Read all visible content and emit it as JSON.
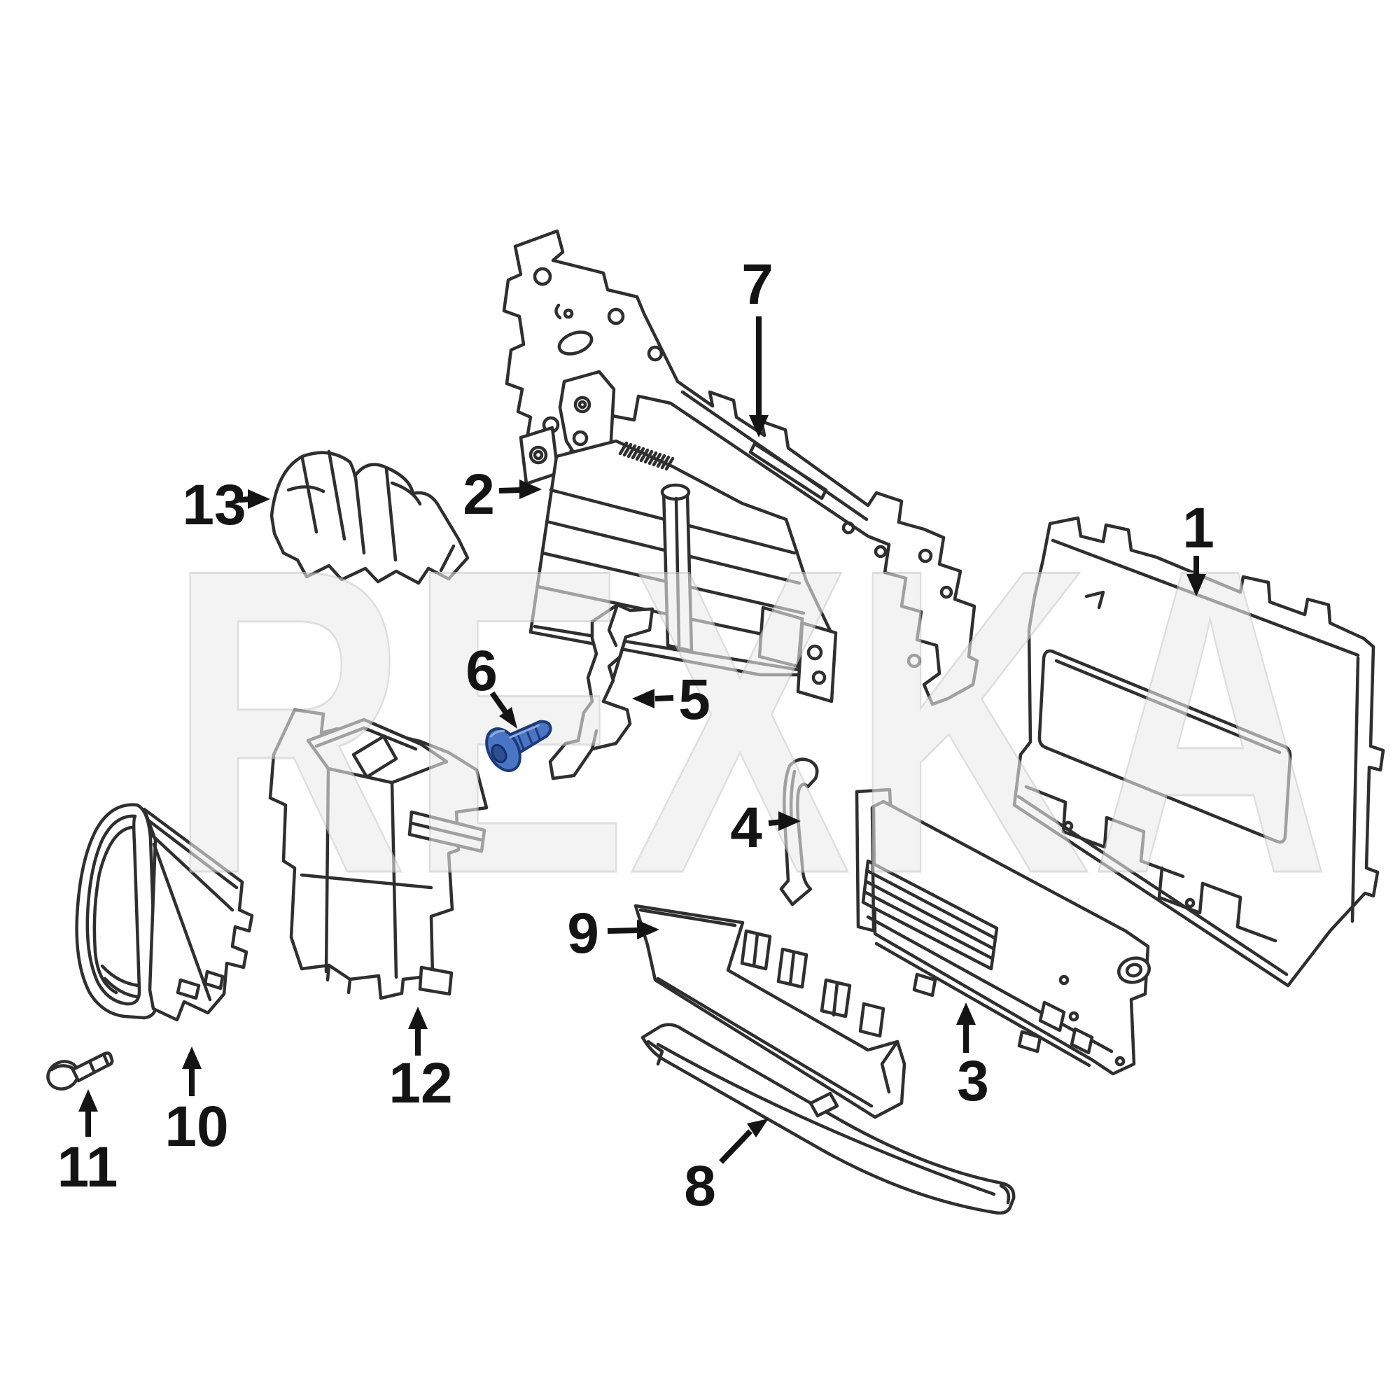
{
  "watermark": {
    "text": "REXKA"
  },
  "colors": {
    "background": "#ffffff",
    "line": "#2f2f2f",
    "watermark_fill": "#ececec",
    "watermark_outline": "#c9c9c9",
    "highlight_fill": "#4a74c4",
    "highlight_dark": "#1c3b78",
    "highlight_socket": "#2d4f92"
  },
  "callouts": [
    {
      "number": "1"
    },
    {
      "number": "2"
    },
    {
      "number": "3"
    },
    {
      "number": "4"
    },
    {
      "number": "5"
    },
    {
      "number": "6"
    },
    {
      "number": "7"
    },
    {
      "number": "8"
    },
    {
      "number": "9"
    },
    {
      "number": "10"
    },
    {
      "number": "11"
    },
    {
      "number": "12"
    },
    {
      "number": "13"
    }
  ]
}
